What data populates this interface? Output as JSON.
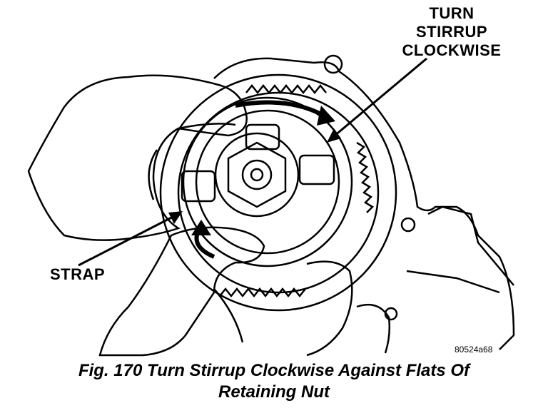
{
  "callouts": {
    "turn_line1": "TURN",
    "turn_line2": "STIRRUP",
    "turn_line3": "CLOCKWISE",
    "strap": "STRAP"
  },
  "figure_id": "80524a68",
  "caption": {
    "line1": "Fig. 170 Turn Stirrup Clockwise Against Flats Of",
    "line2": "Retaining Nut"
  },
  "colors": {
    "ink": "#000000",
    "paper": "#ffffff"
  }
}
